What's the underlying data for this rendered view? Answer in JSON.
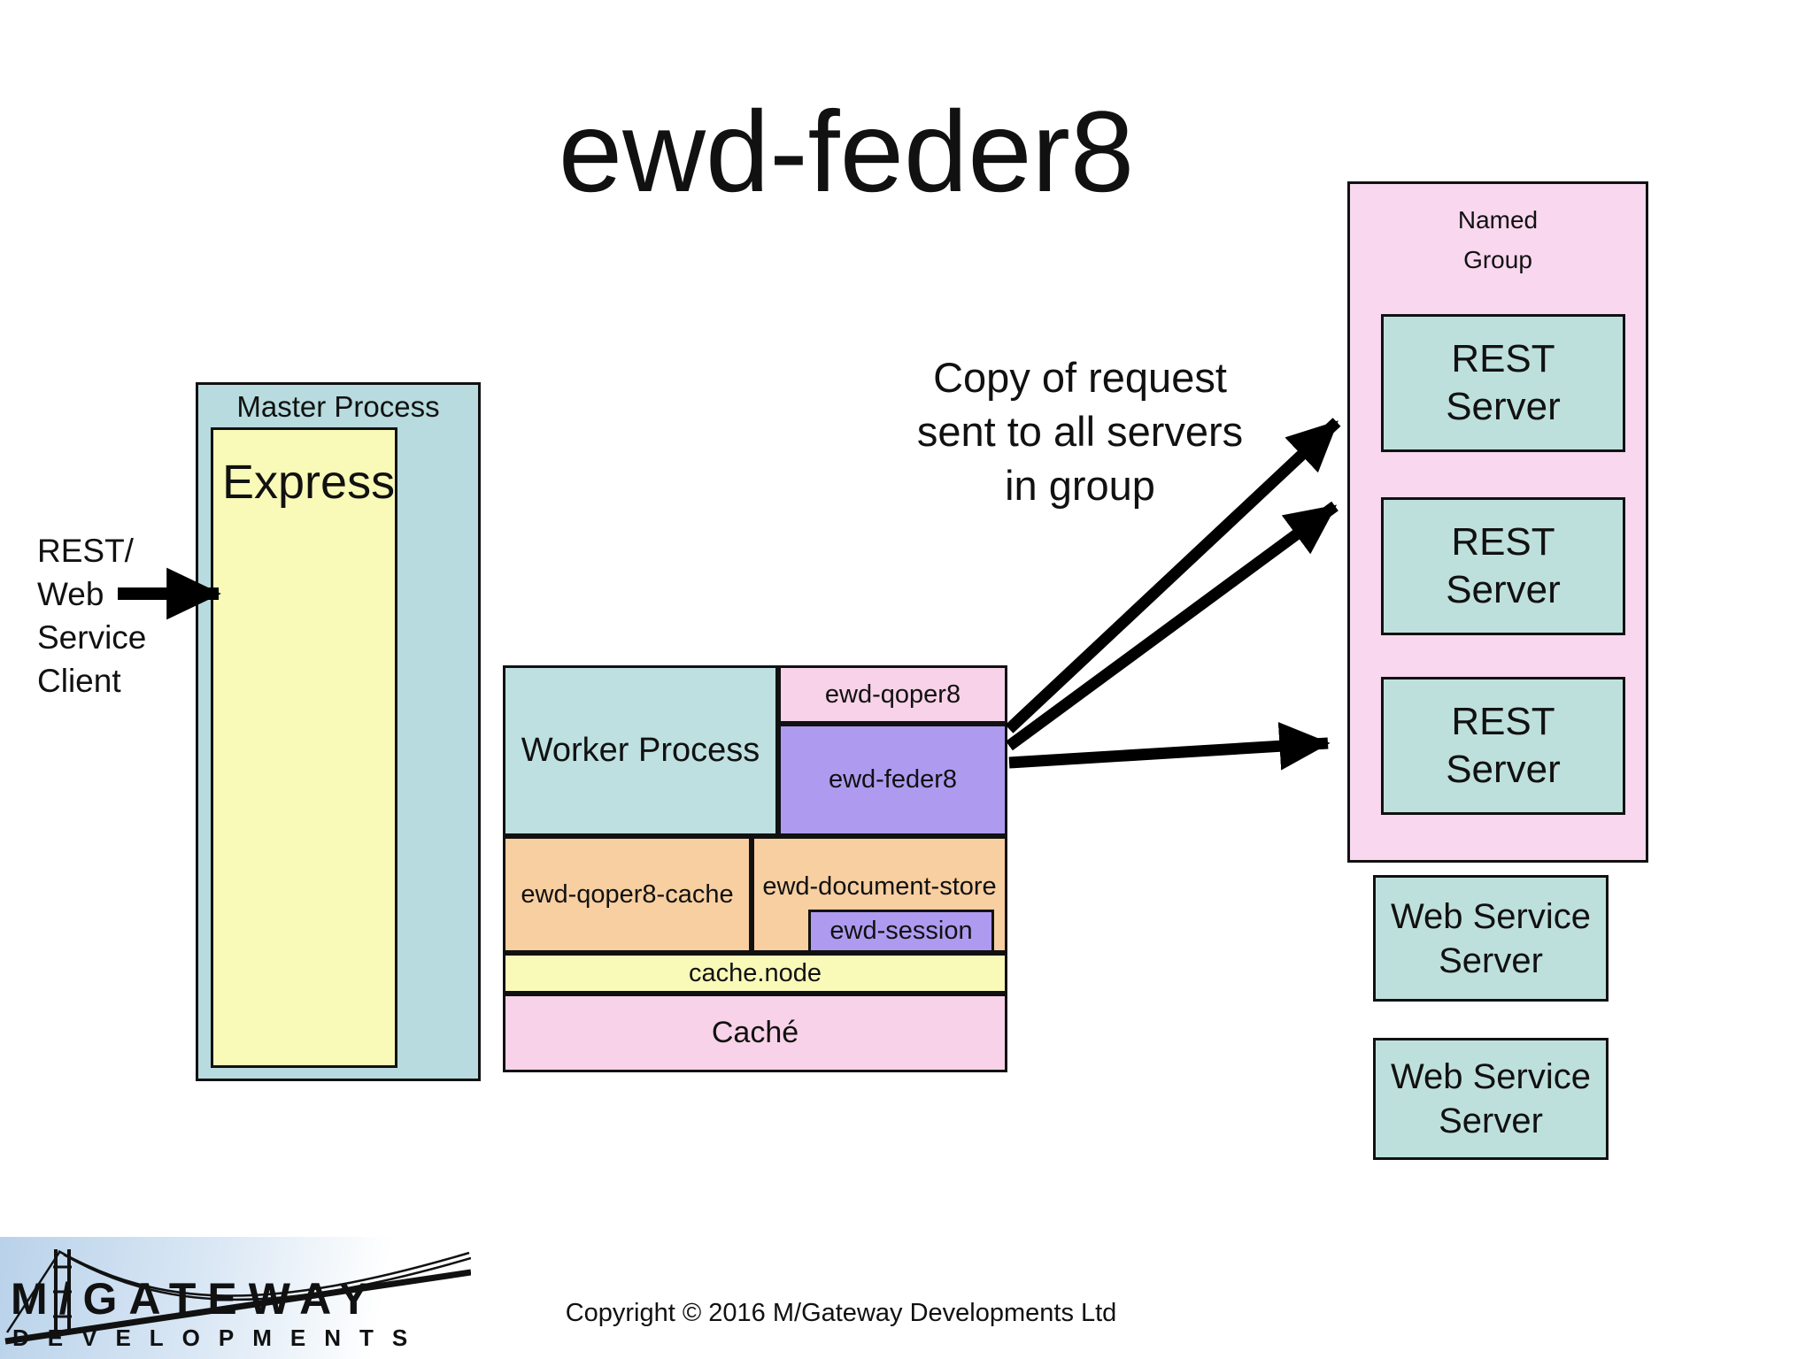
{
  "title": "ewd-feder8",
  "client": {
    "label": "REST/\nWeb\nService\nClient"
  },
  "master": {
    "label": "Master Process",
    "express_label": "Express"
  },
  "worker": {
    "label": "Worker Process",
    "qoper8_label": "ewd-qoper8",
    "feder8_label": "ewd-feder8",
    "qoper8_cache_label": "ewd-qoper8-cache",
    "document_store_label": "ewd-document-store",
    "session_label": "ewd-session",
    "cache_node_label": "cache.node",
    "cache_label": "Caché"
  },
  "annotation": {
    "text": "Copy of request\nsent to all servers\nin group"
  },
  "named_group": {
    "label": "Named\nGroup",
    "servers": [
      {
        "label": "REST\nServer"
      },
      {
        "label": "REST\nServer"
      },
      {
        "label": "REST\nServer"
      }
    ]
  },
  "web_service_servers": [
    {
      "label": "Web Service\nServer"
    },
    {
      "label": "Web Service\nServer"
    }
  ],
  "footer": {
    "copyright": "Copyright © 2016 M/Gateway Developments Ltd",
    "logo_title": "M/GATEWAY",
    "logo_subtitle": "DEVELOPMENTS"
  },
  "colors": {
    "teal_box": "#bee0e0",
    "yellow_box": "#f9f9b8",
    "pink_box": "#f8d2e8",
    "named_group_pink": "#f8d7ef",
    "purple_box": "#ae9bf0",
    "orange_box": "#f8cfa1",
    "border": "#111111",
    "arrow": "#000000",
    "logo_blue": "#b9d2ea"
  }
}
